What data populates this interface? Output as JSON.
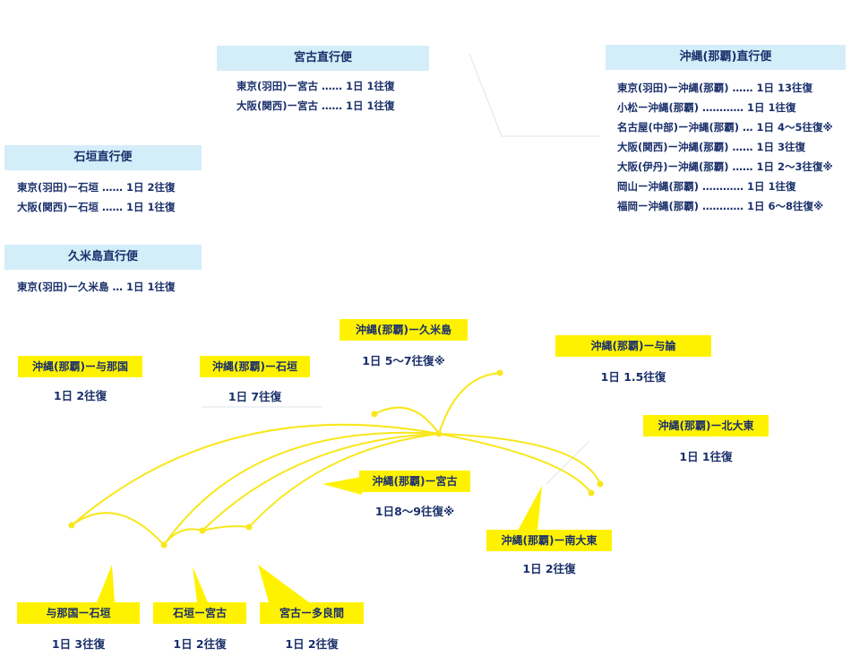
{
  "colors": {
    "panel_header": "#d4eef9",
    "route_label": "#fff200",
    "route_line": "#f8e71c",
    "text": "#1a2f6a"
  },
  "miyako_direct": {
    "title": "宮古直行便",
    "rows": [
      "東京(羽田)ー宮古 …… 1日 1往復",
      "大阪(関西)ー宮古 …… 1日 1往復"
    ]
  },
  "okinawa_direct": {
    "title": "沖縄(那覇)直行便",
    "rows": [
      "東京(羽田)ー沖縄(那覇) …… 1日 13往復",
      "小松ー沖縄(那覇) ………… 1日 1往復",
      "名古屋(中部)ー沖縄(那覇) … 1日 4〜5往復※",
      "大阪(関西)ー沖縄(那覇) …… 1日 3往復",
      "大阪(伊丹)ー沖縄(那覇) …… 1日 2〜3往復※",
      "岡山ー沖縄(那覇) ………… 1日 1往復",
      "福岡ー沖縄(那覇) ………… 1日 6〜8往復※"
    ]
  },
  "ishigaki_direct": {
    "title": "石垣直行便",
    "rows": [
      "東京(羽田)ー石垣 …… 1日 2往復",
      "大阪(関西)ー石垣 …… 1日 1往復"
    ]
  },
  "kumejima_direct": {
    "title": "久米島直行便",
    "rows": [
      "東京(羽田)ー久米島 … 1日 1往復"
    ]
  },
  "routes": {
    "okinawa_yonaguni": {
      "label": "沖縄(那覇)ー与那国",
      "freq": "1日 2往復"
    },
    "okinawa_ishigaki": {
      "label": "沖縄(那覇)ー石垣",
      "freq": "1日 7往復"
    },
    "okinawa_kumejima": {
      "label": "沖縄(那覇)ー久米島",
      "freq": "1日 5〜7往復※"
    },
    "okinawa_yoron": {
      "label": "沖縄(那覇)ー与論",
      "freq": "1日 1.5往復"
    },
    "okinawa_kitadaito": {
      "label": "沖縄(那覇)ー北大東",
      "freq": "1日 1往復"
    },
    "okinawa_miyako": {
      "label": "沖縄(那覇)ー宮古",
      "freq": "1日8〜9往復※"
    },
    "okinawa_minamidaito": {
      "label": "沖縄(那覇)ー南大東",
      "freq": "1日 2往復"
    },
    "yonaguni_ishigaki": {
      "label": "与那国ー石垣",
      "freq": "1日 3往復"
    },
    "ishigaki_miyako": {
      "label": "石垣ー宮古",
      "freq": "1日 2往復"
    },
    "miyako_tarama": {
      "label": "宮古ー多良間",
      "freq": "1日 2往復"
    }
  }
}
